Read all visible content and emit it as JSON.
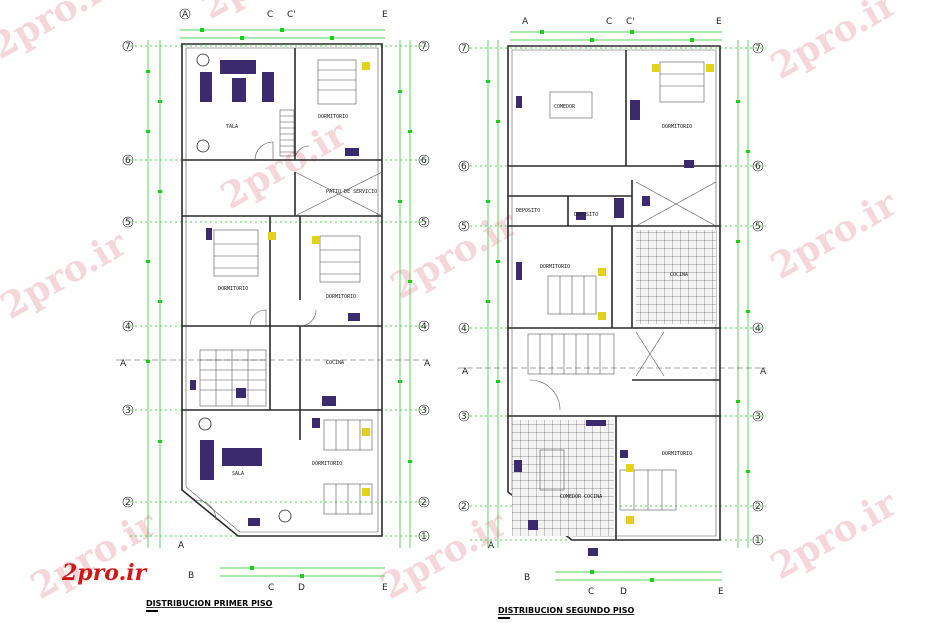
{
  "watermark": "2pro.ir",
  "logo_text": "2pro.ir",
  "colors": {
    "dimension": "#1fc21f",
    "wall": "#2a2a2a",
    "furniture": "#3b2a6e",
    "logo": "#d01818"
  },
  "axes": {
    "columns_top": [
      "A",
      "C",
      "C'",
      "E"
    ],
    "columns_top_right": [
      "A",
      "C",
      "C'",
      "E"
    ],
    "columns_bottom": [
      "A",
      "B",
      "C",
      "D",
      "E"
    ],
    "rows": [
      "7",
      "6",
      "5",
      "4",
      "3",
      "2",
      "1"
    ],
    "section": "A"
  },
  "plans": [
    {
      "title": "DISTRIBUCION PRIMER PISO",
      "rooms": [
        "TALA",
        "DORMITORIO",
        "PATIO DE SERVICIO",
        "DORMITORIO",
        "DORMITORIO",
        "COCINA",
        "SALA",
        "DORMITORIO"
      ]
    },
    {
      "title": "DISTRIBUCION SEGUNDO PISO",
      "rooms": [
        "COMEDOR",
        "DORMITORIO",
        "DEPOSITO",
        "DEPOSITO",
        "DORMITORIO",
        "COCINA",
        "DORMITORIO",
        "COMEDOR COCINA"
      ]
    }
  ]
}
